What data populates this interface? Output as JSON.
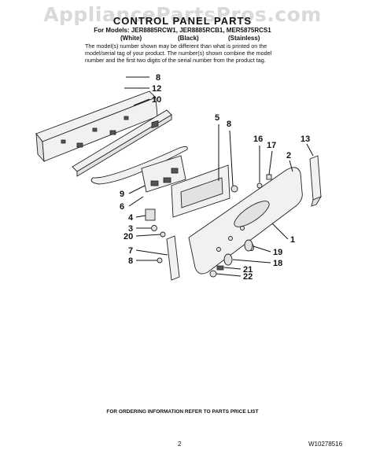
{
  "watermark": "AppliancePartsPros.com",
  "header": {
    "title": "CONTROL PANEL PARTS",
    "models": "For Models: JER8885RCW1, JER8885RCB1, MER5875RCS1",
    "colors": [
      "(White)",
      "(Black)",
      "(Stainless)"
    ],
    "note": "The model(s) number shown may be different than what is printed on the model/serial tag of your product. The number(s) shown combine the model number and the first two digits of the serial number from the product tag."
  },
  "callouts": [
    "8",
    "12",
    "10",
    "5",
    "8",
    "16",
    "17",
    "2",
    "13",
    "9",
    "6",
    "4",
    "3",
    "20",
    "7",
    "8",
    "1",
    "19",
    "18",
    "21",
    "22"
  ],
  "footer": {
    "ordering_note": "FOR ORDERING INFORMATION REFER TO PARTS PRICE LIST",
    "page_number": "2",
    "document_number": "W10278516"
  }
}
